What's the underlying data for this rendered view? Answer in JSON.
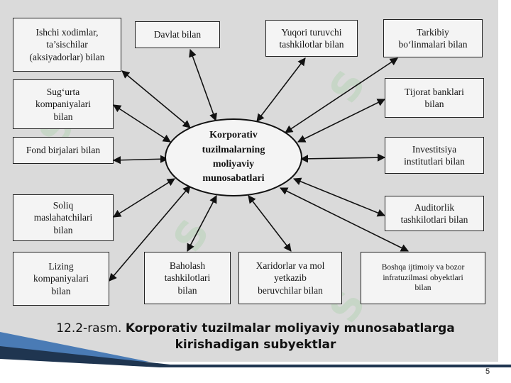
{
  "center": {
    "label": "Korporativ\ntuzilmalarning\nmoliyaviy\nmunosabatlari"
  },
  "nodes": [
    {
      "id": "ishchi",
      "label": "Ishchi xodimlar,\nta’sischilar\n(aksiyadorlar) bilan"
    },
    {
      "id": "davlat",
      "label": "Davlat bilan"
    },
    {
      "id": "yuqori",
      "label": "Yuqori turuvchi\ntashkilotlar bilan"
    },
    {
      "id": "tarkibiy",
      "label": "Tarkibiy\nbo‘linmalari bilan"
    },
    {
      "id": "sugurta",
      "label": "Sug‘urta\nkompaniyalari\nbilan"
    },
    {
      "id": "tijorat",
      "label": "Tijorat banklari\nbilan"
    },
    {
      "id": "fond",
      "label": "Fond birjalari bilan"
    },
    {
      "id": "investitsiya",
      "label": "Investitsiya\ninstitutlari bilan"
    },
    {
      "id": "soliq",
      "label": "Soliq\nmaslahatchilari\nbilan"
    },
    {
      "id": "auditorlik",
      "label": "Auditorlik\ntashkilotlari bilan"
    },
    {
      "id": "lizing",
      "label": "Lizing\nkompaniyalari\nbilan"
    },
    {
      "id": "baholash",
      "label": "Baholash\ntashkilotlari\nbilan"
    },
    {
      "id": "xaridorlar",
      "label": "Xaridorlar va mol\nyetkazib\nberuvchilar bilan"
    },
    {
      "id": "boshqa",
      "label": "Boshqa ijtimoiy va bozor\ninfratuzilmasi obyektlari\nbilan"
    }
  ],
  "caption": {
    "prefix": "12.2-rasm.",
    "line1": "Korporativ tuzilmalar moliyaviy munosabatlarga",
    "line2": "kirishadigan subyektlar"
  },
  "page_number": "5",
  "colors": {
    "scan_background": "#dadada",
    "box_fill": "#f4f4f4",
    "ink": "#141414",
    "accent_dark": "#1f3550",
    "accent_light": "#4a7bb5",
    "watermark": "#96cd96"
  }
}
